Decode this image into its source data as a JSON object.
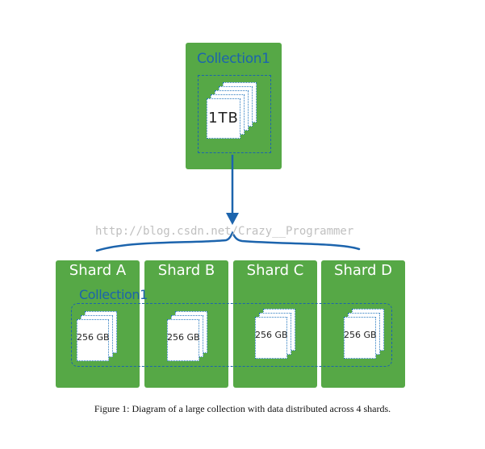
{
  "top": {
    "collection_label": "Collection1",
    "data_label": "1TB"
  },
  "shards": [
    {
      "label": "Shard A",
      "data_label": "256 GB"
    },
    {
      "label": "Shard B",
      "data_label": "256 GB"
    },
    {
      "label": "Shard C",
      "data_label": "256 GB"
    },
    {
      "label": "Shard D",
      "data_label": "256 GB"
    }
  ],
  "bottom": {
    "collection_label": "Collection1"
  },
  "watermark": "http://blog.csdn.net/Crazy__Programmer",
  "caption": "Figure 1: Diagram of a large collection with data distributed across 4 shards.",
  "colors": {
    "box_green": "#56a846",
    "accent_blue": "#1c64ad",
    "watermark_gray": "#c0c0c0"
  }
}
